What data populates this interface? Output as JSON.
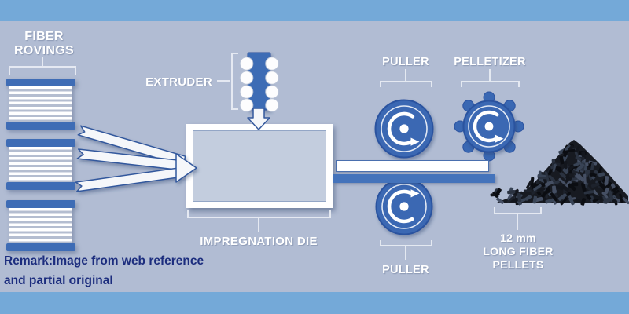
{
  "labels": {
    "fiber_rovings_line1": "FIBER",
    "fiber_rovings_line2": "ROVINGS",
    "extruder": "EXTRUDER",
    "impregnation_die": "IMPREGNATION DIE",
    "puller_top": "PULLER",
    "puller_bottom": "PULLER",
    "pelletizer": "PELLETIZER",
    "pellets_line1": "12 mm",
    "pellets_line2": "LONG FIBER",
    "pellets_line3": "PELLETS"
  },
  "remark": {
    "line1": "Remark:Image from web reference",
    "line2": "and partial original"
  },
  "colors": {
    "border_band_blue": "#74a9d8",
    "background_blue_gray": "#b1bcd3",
    "machine_blue": "#3e6cb5",
    "roller_blue": "#3a68b3",
    "strand_blue": "#4473bb",
    "label_white": "#ffffff",
    "remark_navy": "#1c2d7e",
    "pellet_black": "#171a21"
  }
}
